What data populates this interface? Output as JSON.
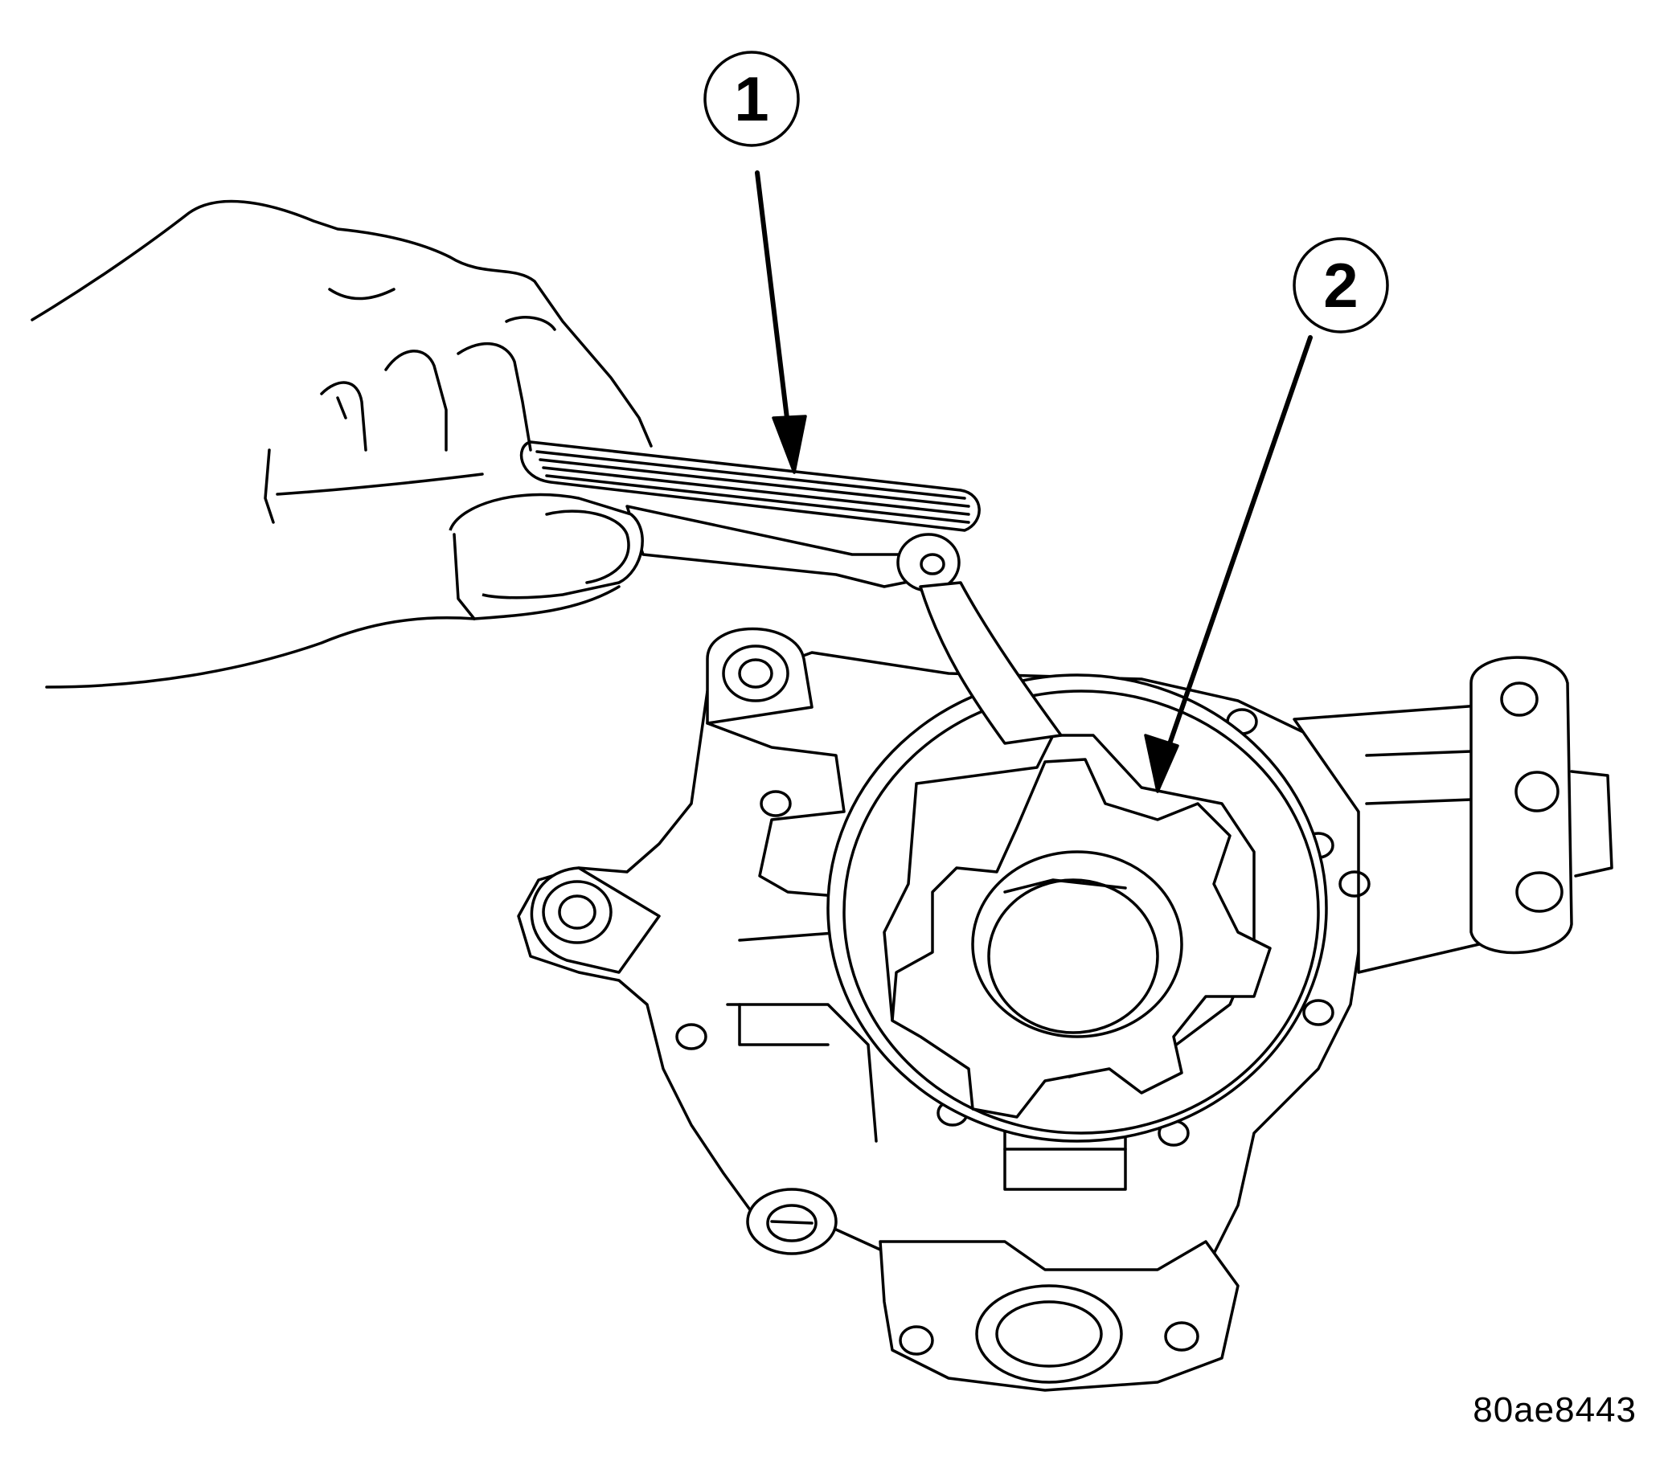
{
  "callouts": [
    {
      "id": "1",
      "label": "1"
    },
    {
      "id": "2",
      "label": "2"
    }
  ],
  "figure_code": "80ae8443",
  "colors": {
    "ink": "#000000",
    "paper": "#ffffff"
  }
}
